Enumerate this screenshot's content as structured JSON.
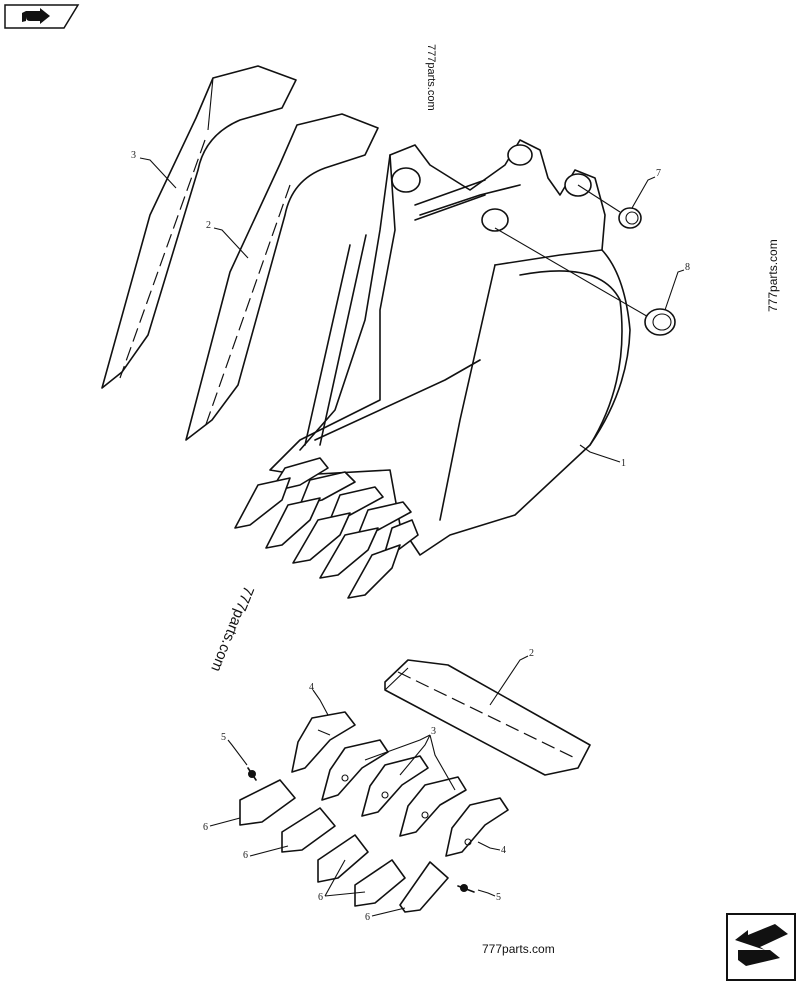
{
  "watermarks": {
    "top": "777parts.com",
    "right": "777parts.com",
    "left": "777parts.com",
    "bottom": "777parts.com"
  },
  "callouts": {
    "c1": "1",
    "c2_top": "2",
    "c2_bottom": "2",
    "c3_top": "3",
    "c3_bottom": "3",
    "c4_left": "4",
    "c4_right": "4",
    "c5_left": "5",
    "c5_right": "5",
    "c6_a": "6",
    "c6_b": "6",
    "c6_c": "6",
    "c6_d": "6",
    "c7": "7",
    "c8": "8"
  },
  "nav": {
    "prev_icon": "book-arrow-icon",
    "next_icon": "return-arrow-icon"
  }
}
